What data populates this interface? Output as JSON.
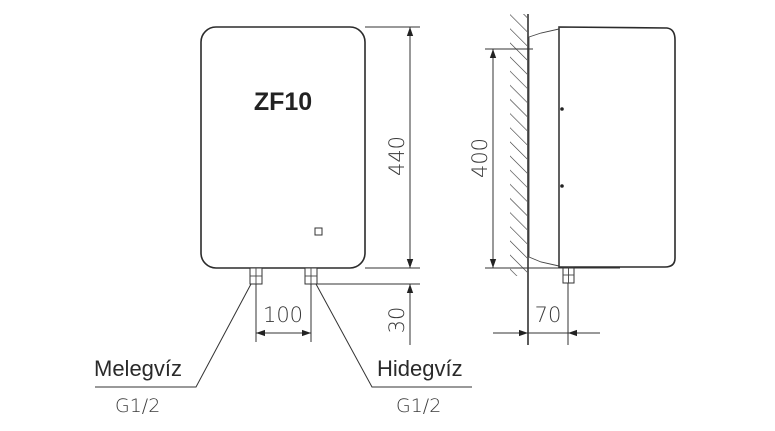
{
  "diagram": {
    "model_label": "ZF10",
    "front_view": {
      "height_dimension": "440",
      "outlet_offset_dimension": "30",
      "pipe_spacing_dimension": "100"
    },
    "side_view": {
      "mounting_height_dimension": "400",
      "wall_offset_dimension": "70"
    },
    "connections": [
      {
        "label": "Melegvíz",
        "thread": "G1/2"
      },
      {
        "label": "Hidegvíz",
        "thread": "G1/2"
      }
    ],
    "colors": {
      "line": "#333333",
      "background": "#ffffff",
      "text": "#2a2a2a"
    }
  }
}
